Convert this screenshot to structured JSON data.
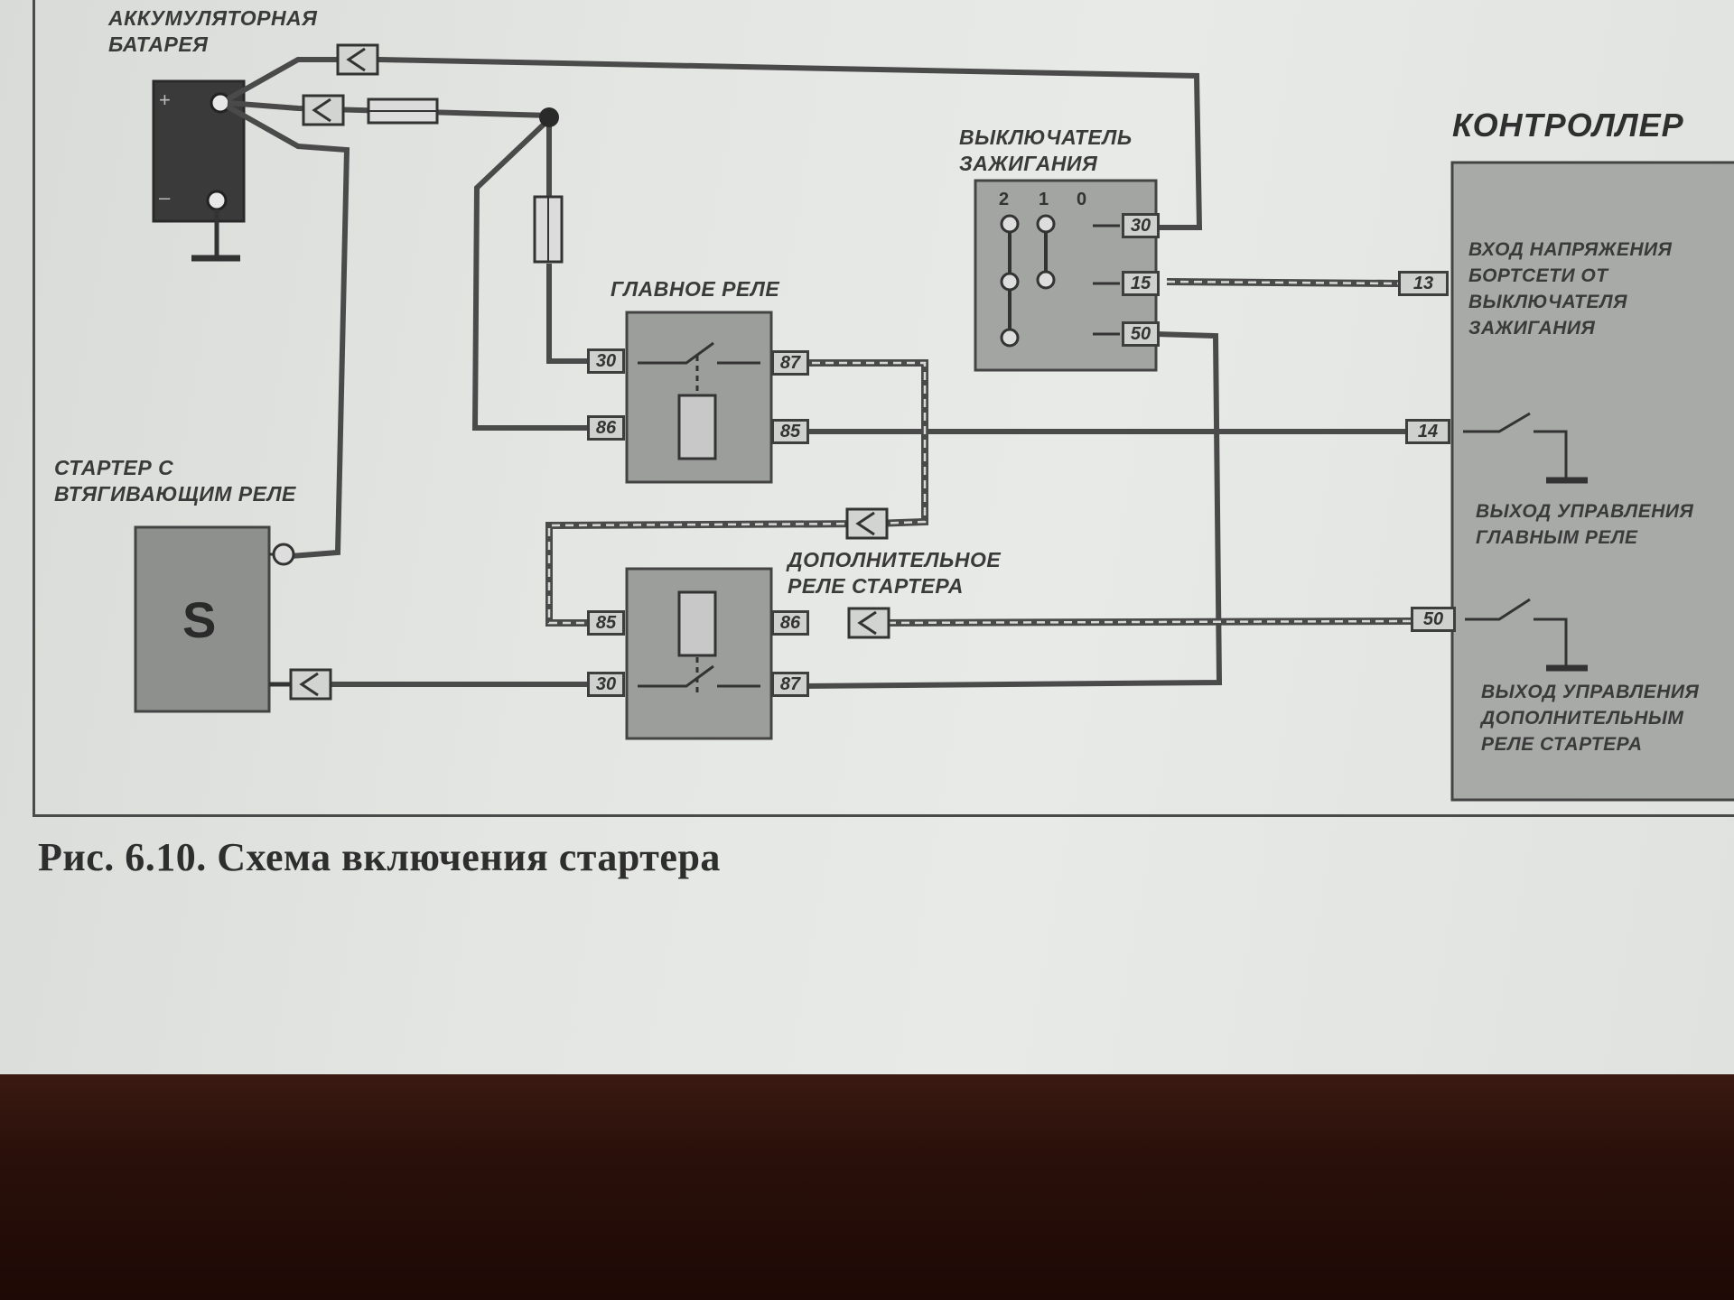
{
  "battery": {
    "label": "АККУМУЛЯТОРНАЯ\nБАТАРЕЯ",
    "plus": "+",
    "minus": "–"
  },
  "ignition_switch": {
    "label": "ВЫКЛЮЧАТЕЛЬ\nЗАЖИГАНИЯ",
    "positions": [
      "2",
      "1",
      "0"
    ],
    "pins": [
      "30",
      "15",
      "50"
    ]
  },
  "controller": {
    "title": "КОНТРОЛЛЕР",
    "pins": [
      "13",
      "14",
      "50"
    ],
    "input_label": "ВХОД НАПРЯЖЕНИЯ\nБОРТСЕТИ ОТ\nВЫКЛЮЧАТЕЛЯ\nЗАЖИГАНИЯ",
    "main_relay_output_label": "ВЫХОД УПРАВЛЕНИЯ\nГЛАВНЫМ РЕЛЕ",
    "aux_relay_output_label": "ВЫХОД УПРАВЛЕНИЯ\nДОПОЛНИТЕЛЬНЫМ\nРЕЛЕ СТАРТЕРА"
  },
  "main_relay": {
    "label": "ГЛАВНОЕ РЕЛЕ",
    "pins": [
      "30",
      "86",
      "87",
      "85"
    ]
  },
  "aux_relay": {
    "label": "ДОПОЛНИТЕЛЬНОЕ\nРЕЛЕ СТАРТЕРА",
    "pins": [
      "85",
      "30",
      "86",
      "87"
    ]
  },
  "starter": {
    "label": "СТАРТЕР С\nВТЯГИВАЮЩИМ РЕЛЕ",
    "symbol": "S"
  },
  "caption": "Рис. 6.10. Схема включения стартера",
  "colors": {
    "wire": "#4a4a4a",
    "paper": "#e4e6e3",
    "component": "#9a9c9a",
    "table": "#2a100a"
  }
}
